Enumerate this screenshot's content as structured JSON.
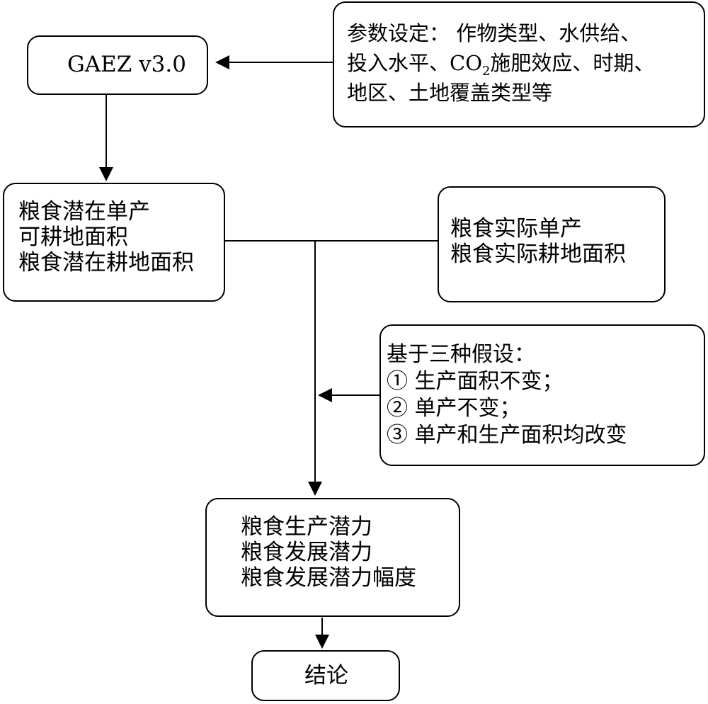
{
  "nodes": {
    "model": {
      "text": "GAEZ v3.0"
    },
    "params": {
      "line1": "参数设定： 作物类型、水供给、",
      "line2_prefix": "投入水平、CO",
      "line2_sub": "2",
      "line2_suffix": "施肥效应、时期、",
      "line3": "地区、土地覆盖类型等"
    },
    "potential": {
      "lines": [
        "粮食潜在单产",
        "可耕地面积",
        "粮食潜在耕地面积"
      ]
    },
    "actual": {
      "lines": [
        "粮食实际单产",
        "粮食实际耕地面积"
      ]
    },
    "assumptions": {
      "lines": [
        "基于三种假设：",
        "① 生产面积不变；",
        "② 单产不变；",
        "③ 单产和生产面积均改变"
      ]
    },
    "results": {
      "lines": [
        "粮食生产潜力",
        "粮食发展潜力",
        "粮食发展潜力幅度"
      ]
    },
    "conclusion": {
      "text": "结论"
    }
  },
  "colors": {
    "stroke": "#000000",
    "background": "#ffffff"
  }
}
